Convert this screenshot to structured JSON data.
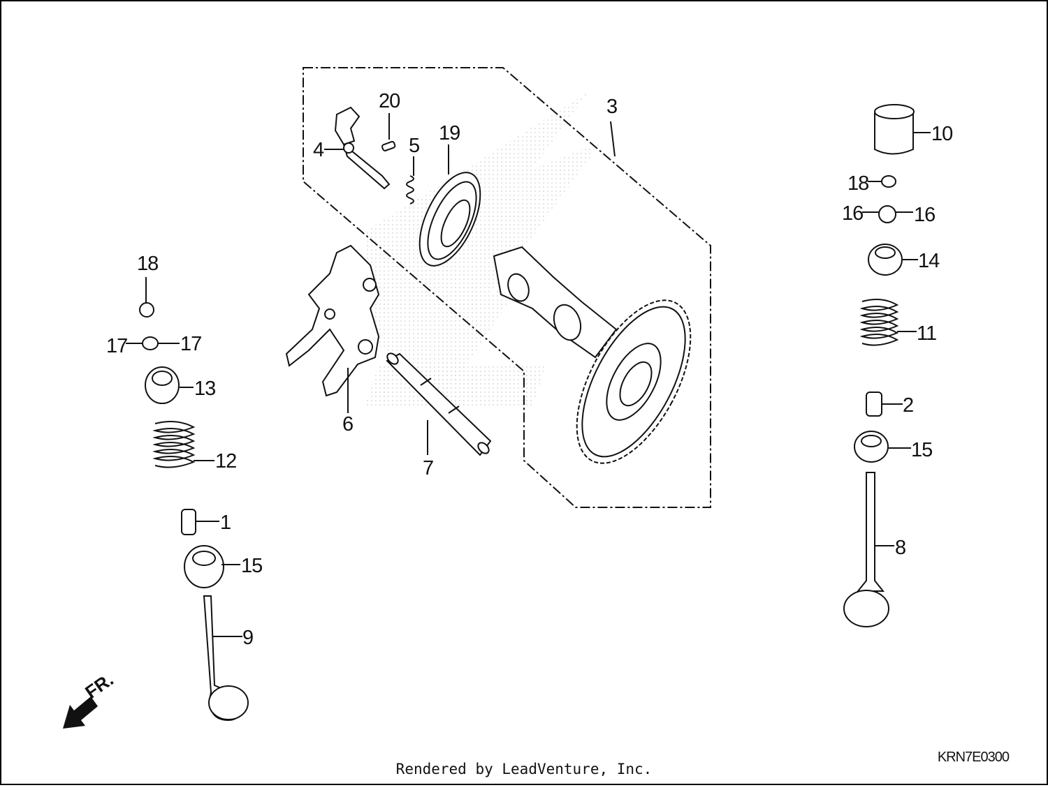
{
  "diagram": {
    "callouts": [
      {
        "id": "c1",
        "label": "1"
      },
      {
        "id": "c2",
        "label": "2"
      },
      {
        "id": "c3",
        "label": "3"
      },
      {
        "id": "c4",
        "label": "4"
      },
      {
        "id": "c5",
        "label": "5"
      },
      {
        "id": "c6",
        "label": "6"
      },
      {
        "id": "c7",
        "label": "7"
      },
      {
        "id": "c8",
        "label": "8"
      },
      {
        "id": "c9",
        "label": "9"
      },
      {
        "id": "c10",
        "label": "10"
      },
      {
        "id": "c11",
        "label": "11"
      },
      {
        "id": "c12",
        "label": "12"
      },
      {
        "id": "c13",
        "label": "13"
      },
      {
        "id": "c14",
        "label": "14"
      },
      {
        "id": "c15a",
        "label": "15"
      },
      {
        "id": "c15b",
        "label": "15"
      },
      {
        "id": "c16a",
        "label": "16"
      },
      {
        "id": "c16b",
        "label": "16"
      },
      {
        "id": "c17a",
        "label": "17"
      },
      {
        "id": "c17b",
        "label": "17"
      },
      {
        "id": "c18a",
        "label": "18"
      },
      {
        "id": "c18b",
        "label": "18"
      },
      {
        "id": "c19",
        "label": "19"
      },
      {
        "id": "c20",
        "label": "20"
      }
    ],
    "front_indicator": "FR.",
    "diagram_code": "KRN7E0300",
    "footer": "Rendered by LeadVenture, Inc."
  },
  "colors": {
    "ink": "#111111",
    "watermark": "#cfcfcf",
    "background": "#ffffff"
  }
}
